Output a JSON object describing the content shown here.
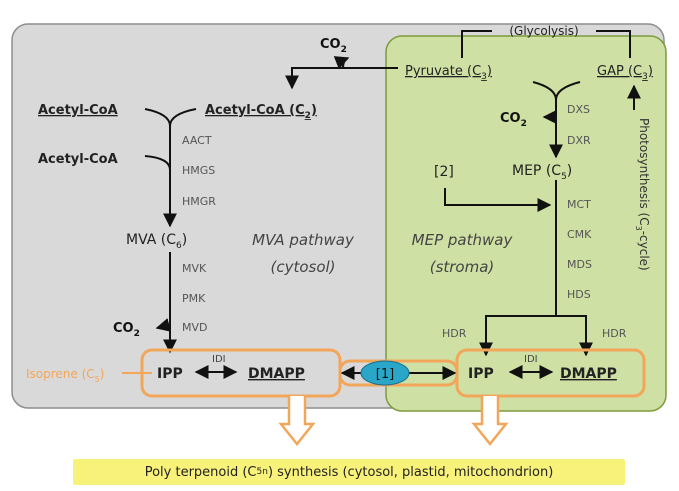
{
  "panels": {
    "cytosol": {
      "fill": "#d9d9d9",
      "border": "#8e8e8e"
    },
    "plastid": {
      "fill": "#cfe0a4",
      "border": "#7f9b3b"
    }
  },
  "top": {
    "glycolysis": "(Glycolysis)"
  },
  "mva": {
    "co2_top": "CO",
    "co2_top_sub": "2",
    "acetyl_coa_1": "Acetyl-CoA",
    "acetyl_coa_c2": "Acetyl-CoA (C",
    "acetyl_coa_c2_sub": "2",
    "acetyl_coa_2": "Acetyl-CoA",
    "enzymes": [
      "AACT",
      "HMGS",
      "HMGR",
      "MVK",
      "PMK",
      "MVD"
    ],
    "mva_label": "MVA (C",
    "mva_sub": "6",
    "pathway_title": "MVA pathway",
    "pathway_location": "(cytosol)",
    "co2_bottom": "CO",
    "co2_bottom_sub": "2"
  },
  "mep": {
    "pyruvate": "Pyruvate (C",
    "pyruvate_sub": "3",
    "gap": "GAP (C",
    "gap_sub": "3",
    "co2": "CO",
    "co2_sub": "2",
    "enzymes_top": [
      "DXS",
      "DXR"
    ],
    "mep_label": "MEP (C",
    "mep_sub": "5",
    "ref2": "[2]",
    "enzymes_mid": [
      "MCT",
      "CMK",
      "MDS",
      "HDS"
    ],
    "pathway_title": "MEP pathway",
    "pathway_location": "(stroma)",
    "photosynthesis": "Photosynthesis (C",
    "photosynthesis_sub": "3",
    "photosynthesis_tail": "-cycle)",
    "hdr_left": "HDR",
    "hdr_right": "HDR"
  },
  "bottom": {
    "isoprene": "Isoprene (C",
    "isoprene_sub": "5",
    "ipp_left": "IPP",
    "idi_left": "IDI",
    "dmapp_left": "DMAPP",
    "ref1": "[1]",
    "ipp_right": "IPP",
    "idi_right": "IDI",
    "dmapp_right": "DMAPP",
    "caption": "Poly terpenoid (C",
    "caption_sub": "5n",
    "caption_tail": ") synthesis (cytosol, plastid, mitochondrion)"
  },
  "colors": {
    "orange": "#f2a65a",
    "transporter": "#2aa6c9",
    "caption_bg": "#f8f27a"
  }
}
